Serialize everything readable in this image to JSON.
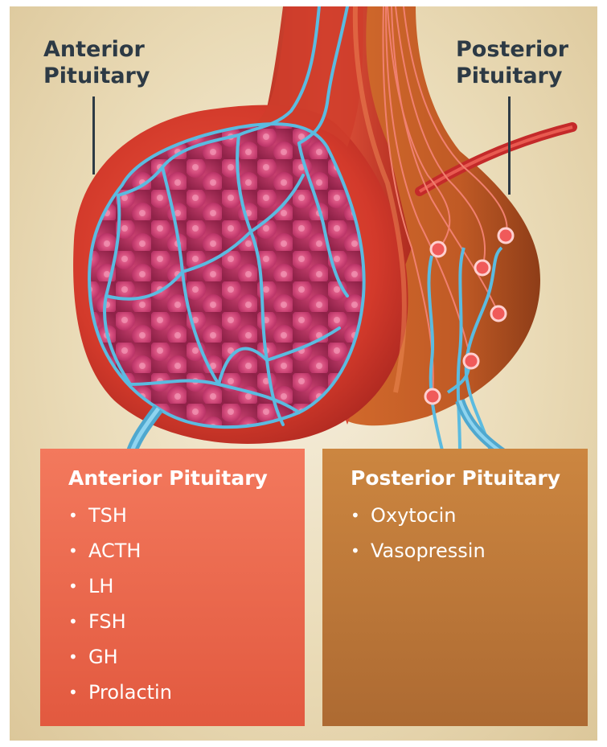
{
  "callouts": {
    "anterior": {
      "line1": "Anterior",
      "line2": "Pituitary"
    },
    "posterior": {
      "line1": "Posterior",
      "line2": "Pituitary"
    }
  },
  "panels": {
    "anterior": {
      "title": "Anterior Pituitary",
      "hormones": [
        "TSH",
        "ACTH",
        "LH",
        "FSH",
        "GH",
        "Prolactin"
      ]
    },
    "posterior": {
      "title": "Posterior Pituitary",
      "hormones": [
        "Oxytocin",
        "Vasopressin"
      ]
    }
  },
  "colors": {
    "background": "#eadbb7",
    "anterior_lobe": "#d9432f",
    "posterior_lobe": "#c2622b",
    "tissue": "#c43a6a",
    "vessel": "#5bbbe0",
    "anterior_panel": "#ec6a4d",
    "posterior_panel": "#bd7838",
    "label_text": "#2d3a45"
  }
}
